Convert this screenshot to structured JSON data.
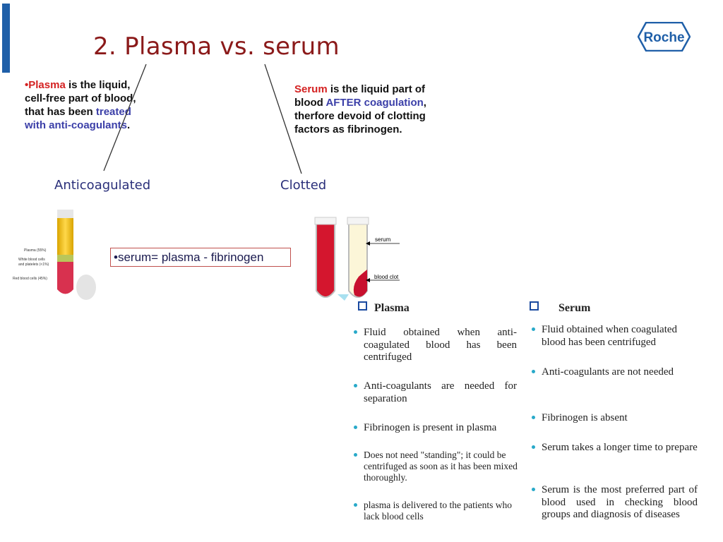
{
  "title": "2. Plasma vs. serum",
  "logo_text": "Roche",
  "plasma_def": {
    "bullet_word": "•Plasma",
    "text1": " is the liquid, cell-free part of blood, that has been ",
    "highlight": "treated with anti-coagulants",
    "text2": "."
  },
  "serum_def": {
    "word": "Serum",
    "text1": " is the liquid part of blood ",
    "highlight": "AFTER coagulation",
    "text2": ", therfore devoid of clotting factors as fibrinogen."
  },
  "labels": {
    "anticoagulated": "Anticoagulated",
    "clotted": "Clotted"
  },
  "formula": "•serum= plasma - fibrinogen",
  "tube1_labels": {
    "plasma": "Plasma (55%)",
    "wbc": "White blood cells",
    "wbc2": "and platelets (<1%)",
    "rbc": "Red blood cells (45%)"
  },
  "tube2_labels": {
    "serum": "serum",
    "clot": "blood clot"
  },
  "table": {
    "plasma_head": "Plasma",
    "serum_head": "Serum",
    "plasma_items": [
      "Fluid obtained when anti-coagulated blood has been centrifuged",
      "Anti-coagulants are needed for separation",
      "Fibrinogen is present in plasma",
      "Does not need \"standing\"; it could be centrifuged as soon as it has been mixed thoroughly.",
      "plasma is delivered to the patients who lack blood cells"
    ],
    "serum_items": [
      "Fluid obtained when coagulated blood has been centrifuged",
      "Anti-coagulants are not needed",
      "Fibrinogen is absent",
      "Serum takes a longer time to prepare",
      "Serum is the most preferred part of blood used in checking blood groups and diagnosis of diseases"
    ]
  },
  "colors": {
    "title": "#8b1a1a",
    "red": "#d42121",
    "blue": "#3b3fa8",
    "accent_bar": "#1f5fa8",
    "bullet": "#28a9c9"
  },
  "icons": [
    "roche-logo",
    "checkbox-icon",
    "test-tube"
  ]
}
